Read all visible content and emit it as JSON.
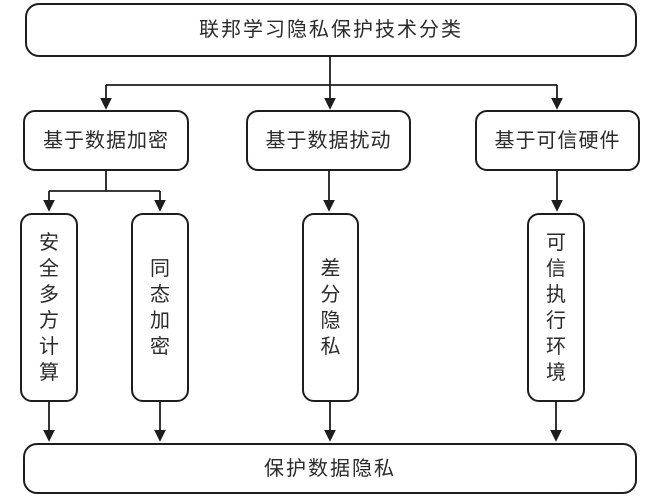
{
  "diagram": {
    "title": "联邦学习隐私保护技术分类",
    "level2": [
      "基于数据加密",
      "基于数据扰动",
      "基于可信硬件"
    ],
    "level3": [
      "安全多方计算",
      "同态加密",
      "差分隐私",
      "可信执行环境"
    ],
    "footer": "保护数据隐私"
  },
  "colors": {
    "background": "#ffffff",
    "line": "#1d1d1d",
    "text": "#2a2a2a",
    "box_fill": "#ffffff"
  }
}
